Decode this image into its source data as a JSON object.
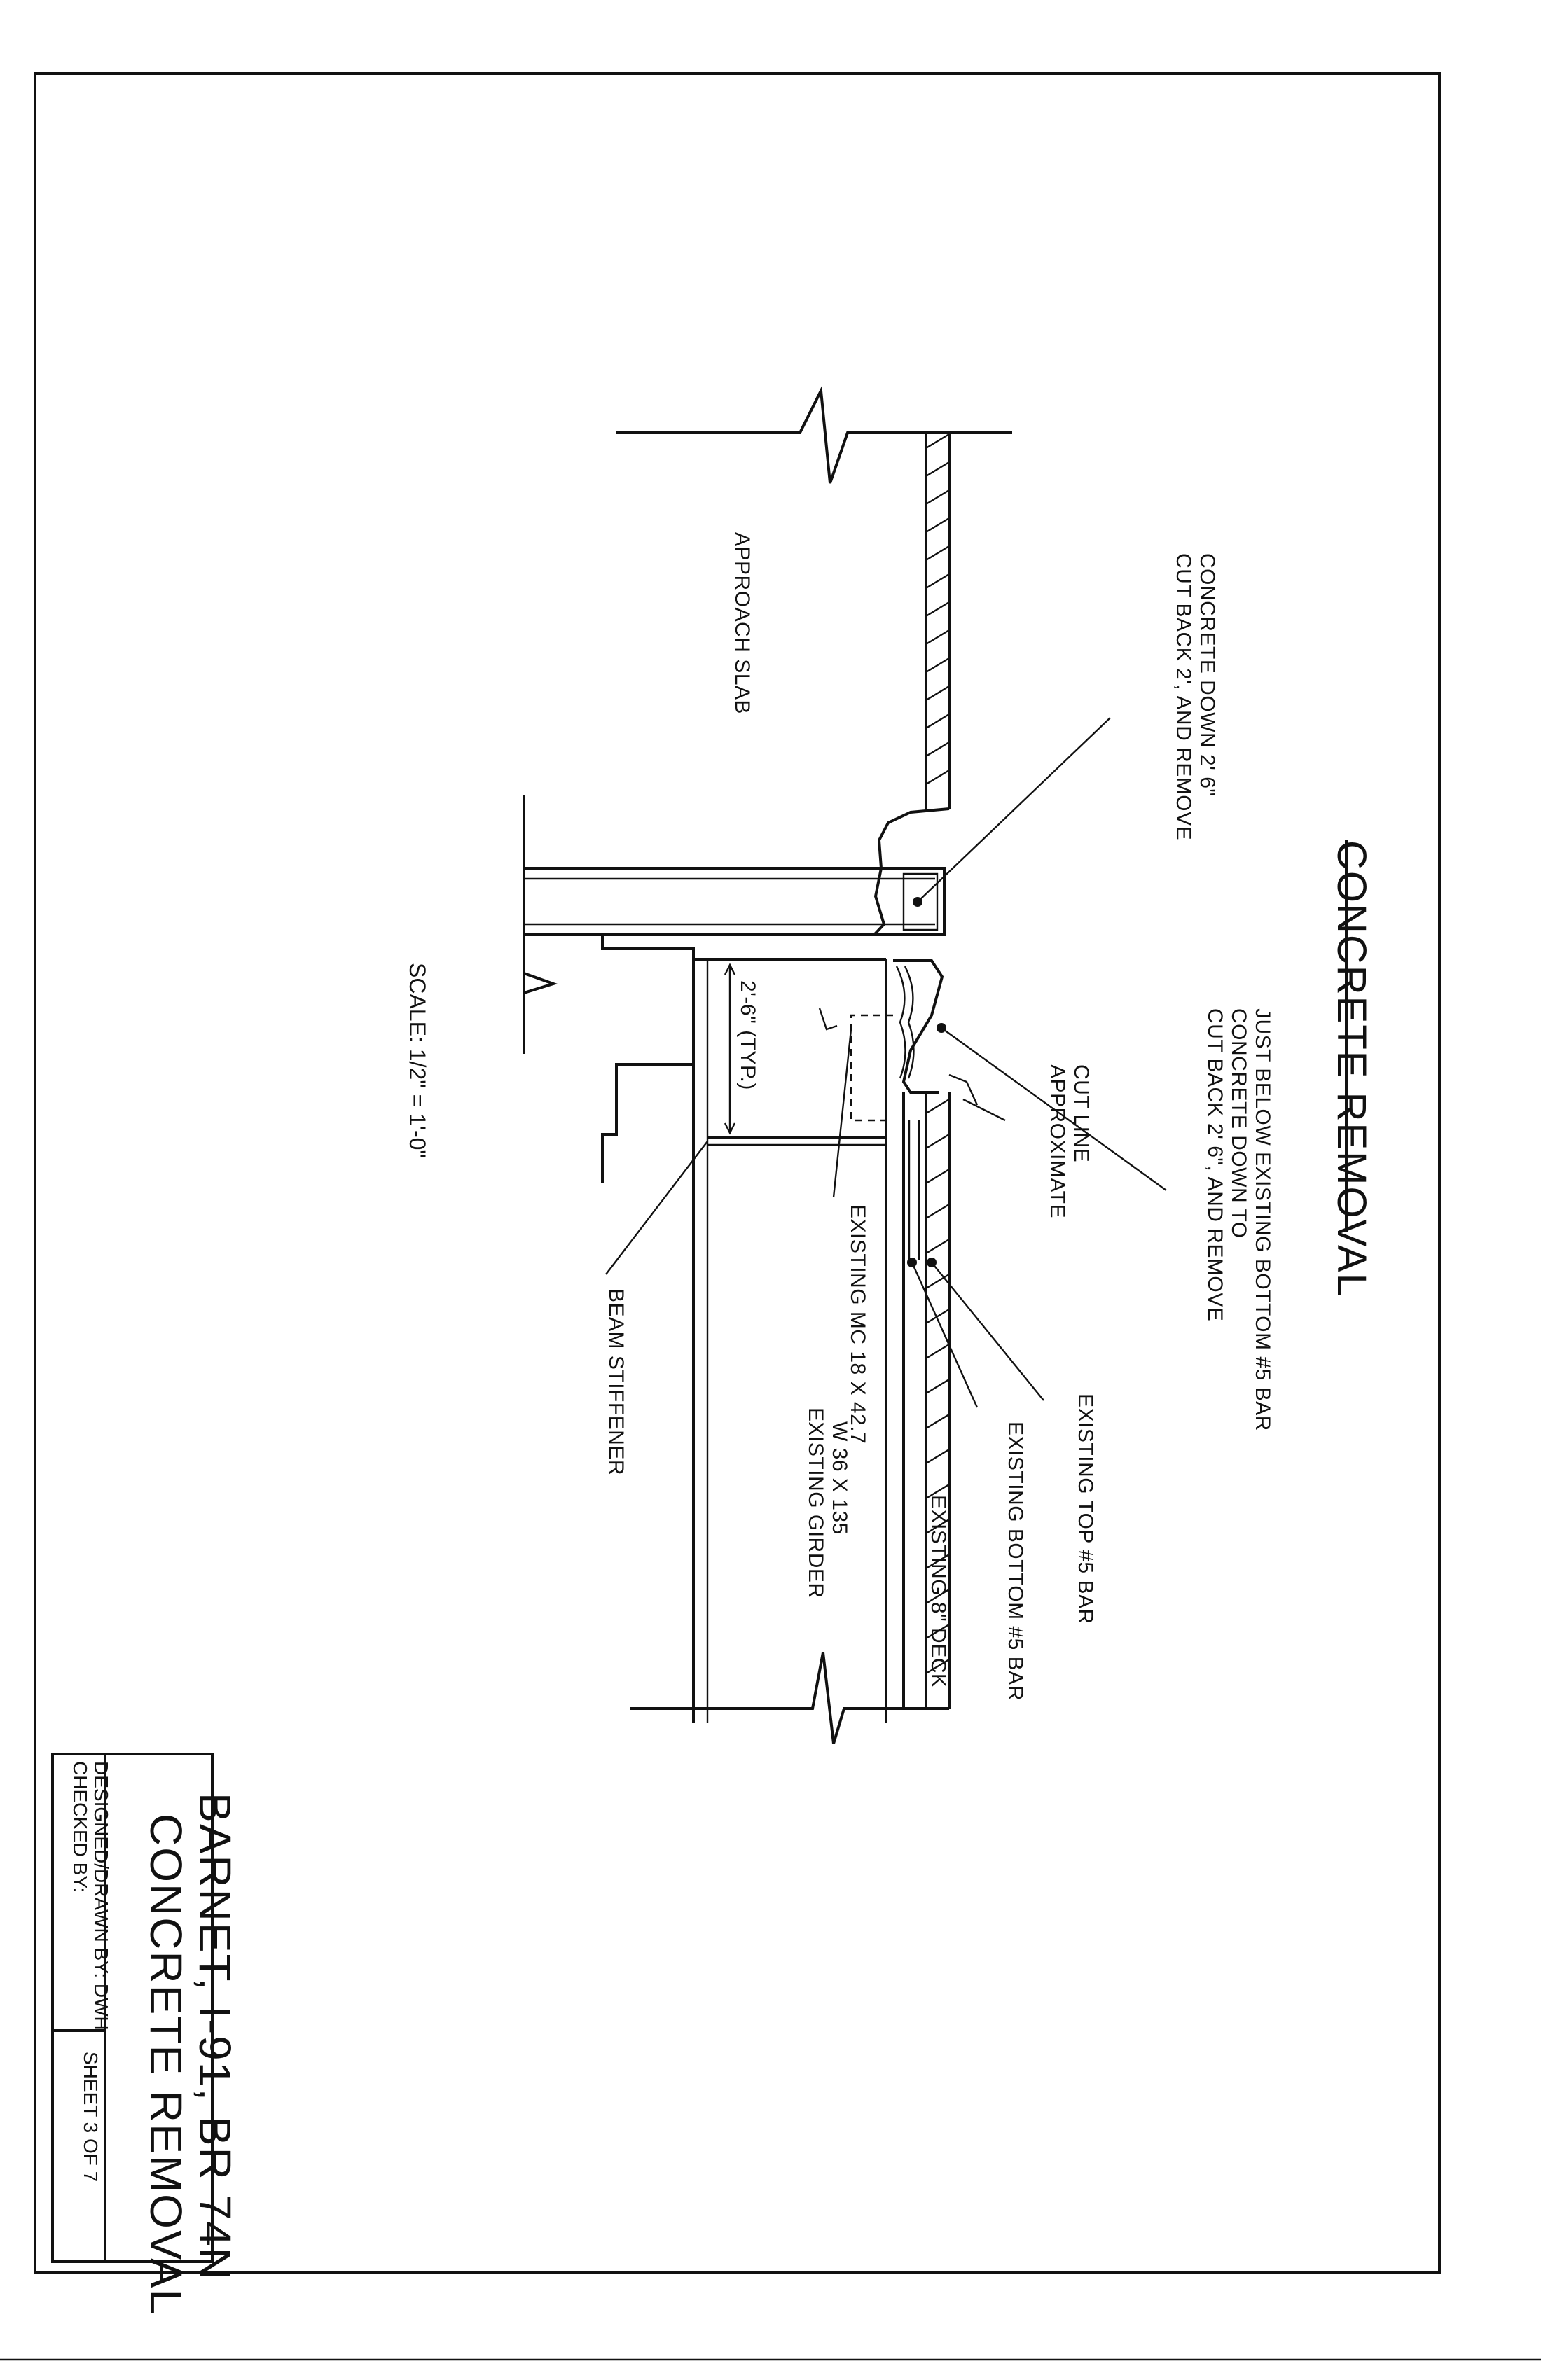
{
  "sheet_title": "CONCRETE REMOVAL",
  "scale": "SCALE: 1/2\" = 1'-0\"",
  "labels": {
    "cut_back_2": [
      "CUT BACK 2', AND REMOVE",
      "CONCRETE DOWN 2' 6\""
    ],
    "approach_slab": "APPROACH SLAB",
    "cut_back_26": [
      "CUT BACK 2' 6\", AND REMOVE",
      "CONCRETE DOWN TO",
      "JUST BELOW EXISTING BOTTOM #5 BAR"
    ],
    "approx_cut": [
      "APPROXIMATE",
      "CUT LINE"
    ],
    "existing_top_bar": "EXISTING TOP #5 BAR",
    "existing_bottom_bar": "EXISTING BOTTOM #5 BAR",
    "existing_deck": "EXISTING 8\" DECK",
    "existing_mc": "EXISTING MC 18 X 42.7",
    "existing_girder": [
      "EXISTING GIRDER",
      "W 36 X 135"
    ],
    "beam_stiffener": "BEAM STIFFENER",
    "dim_typ": "2'-6\" (TYP.)"
  },
  "title_block": {
    "project": "BARNET, I-91, BR 74N",
    "drawing": "CONCRETE REMOVAL",
    "designed": "DESIGNED/DRAWN BY: DWH",
    "checked": "CHECKED BY:",
    "sheet": "SHEET 3 OF 7"
  }
}
